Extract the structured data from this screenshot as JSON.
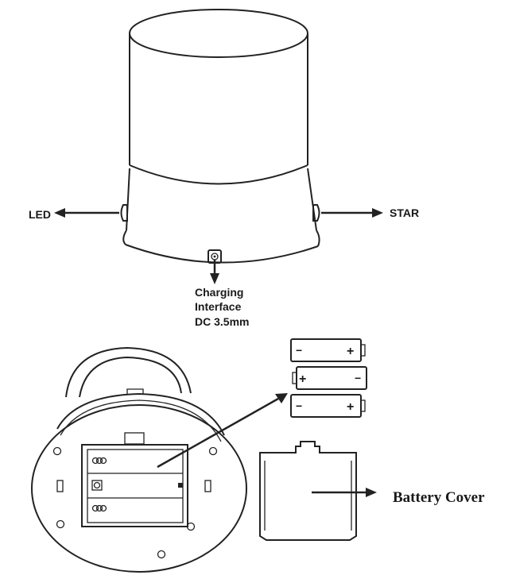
{
  "labels": {
    "led": "LED",
    "star": "STAR",
    "charging": [
      "Charging",
      "Interface",
      "DC 3.5mm"
    ],
    "battery_cover": "Battery Cover"
  },
  "batteries": [
    {
      "left": "−",
      "right": "+"
    },
    {
      "left": "+",
      "right": "−"
    },
    {
      "left": "−",
      "right": "+"
    }
  ],
  "colors": {
    "line": "#222222",
    "background": "#ffffff"
  }
}
